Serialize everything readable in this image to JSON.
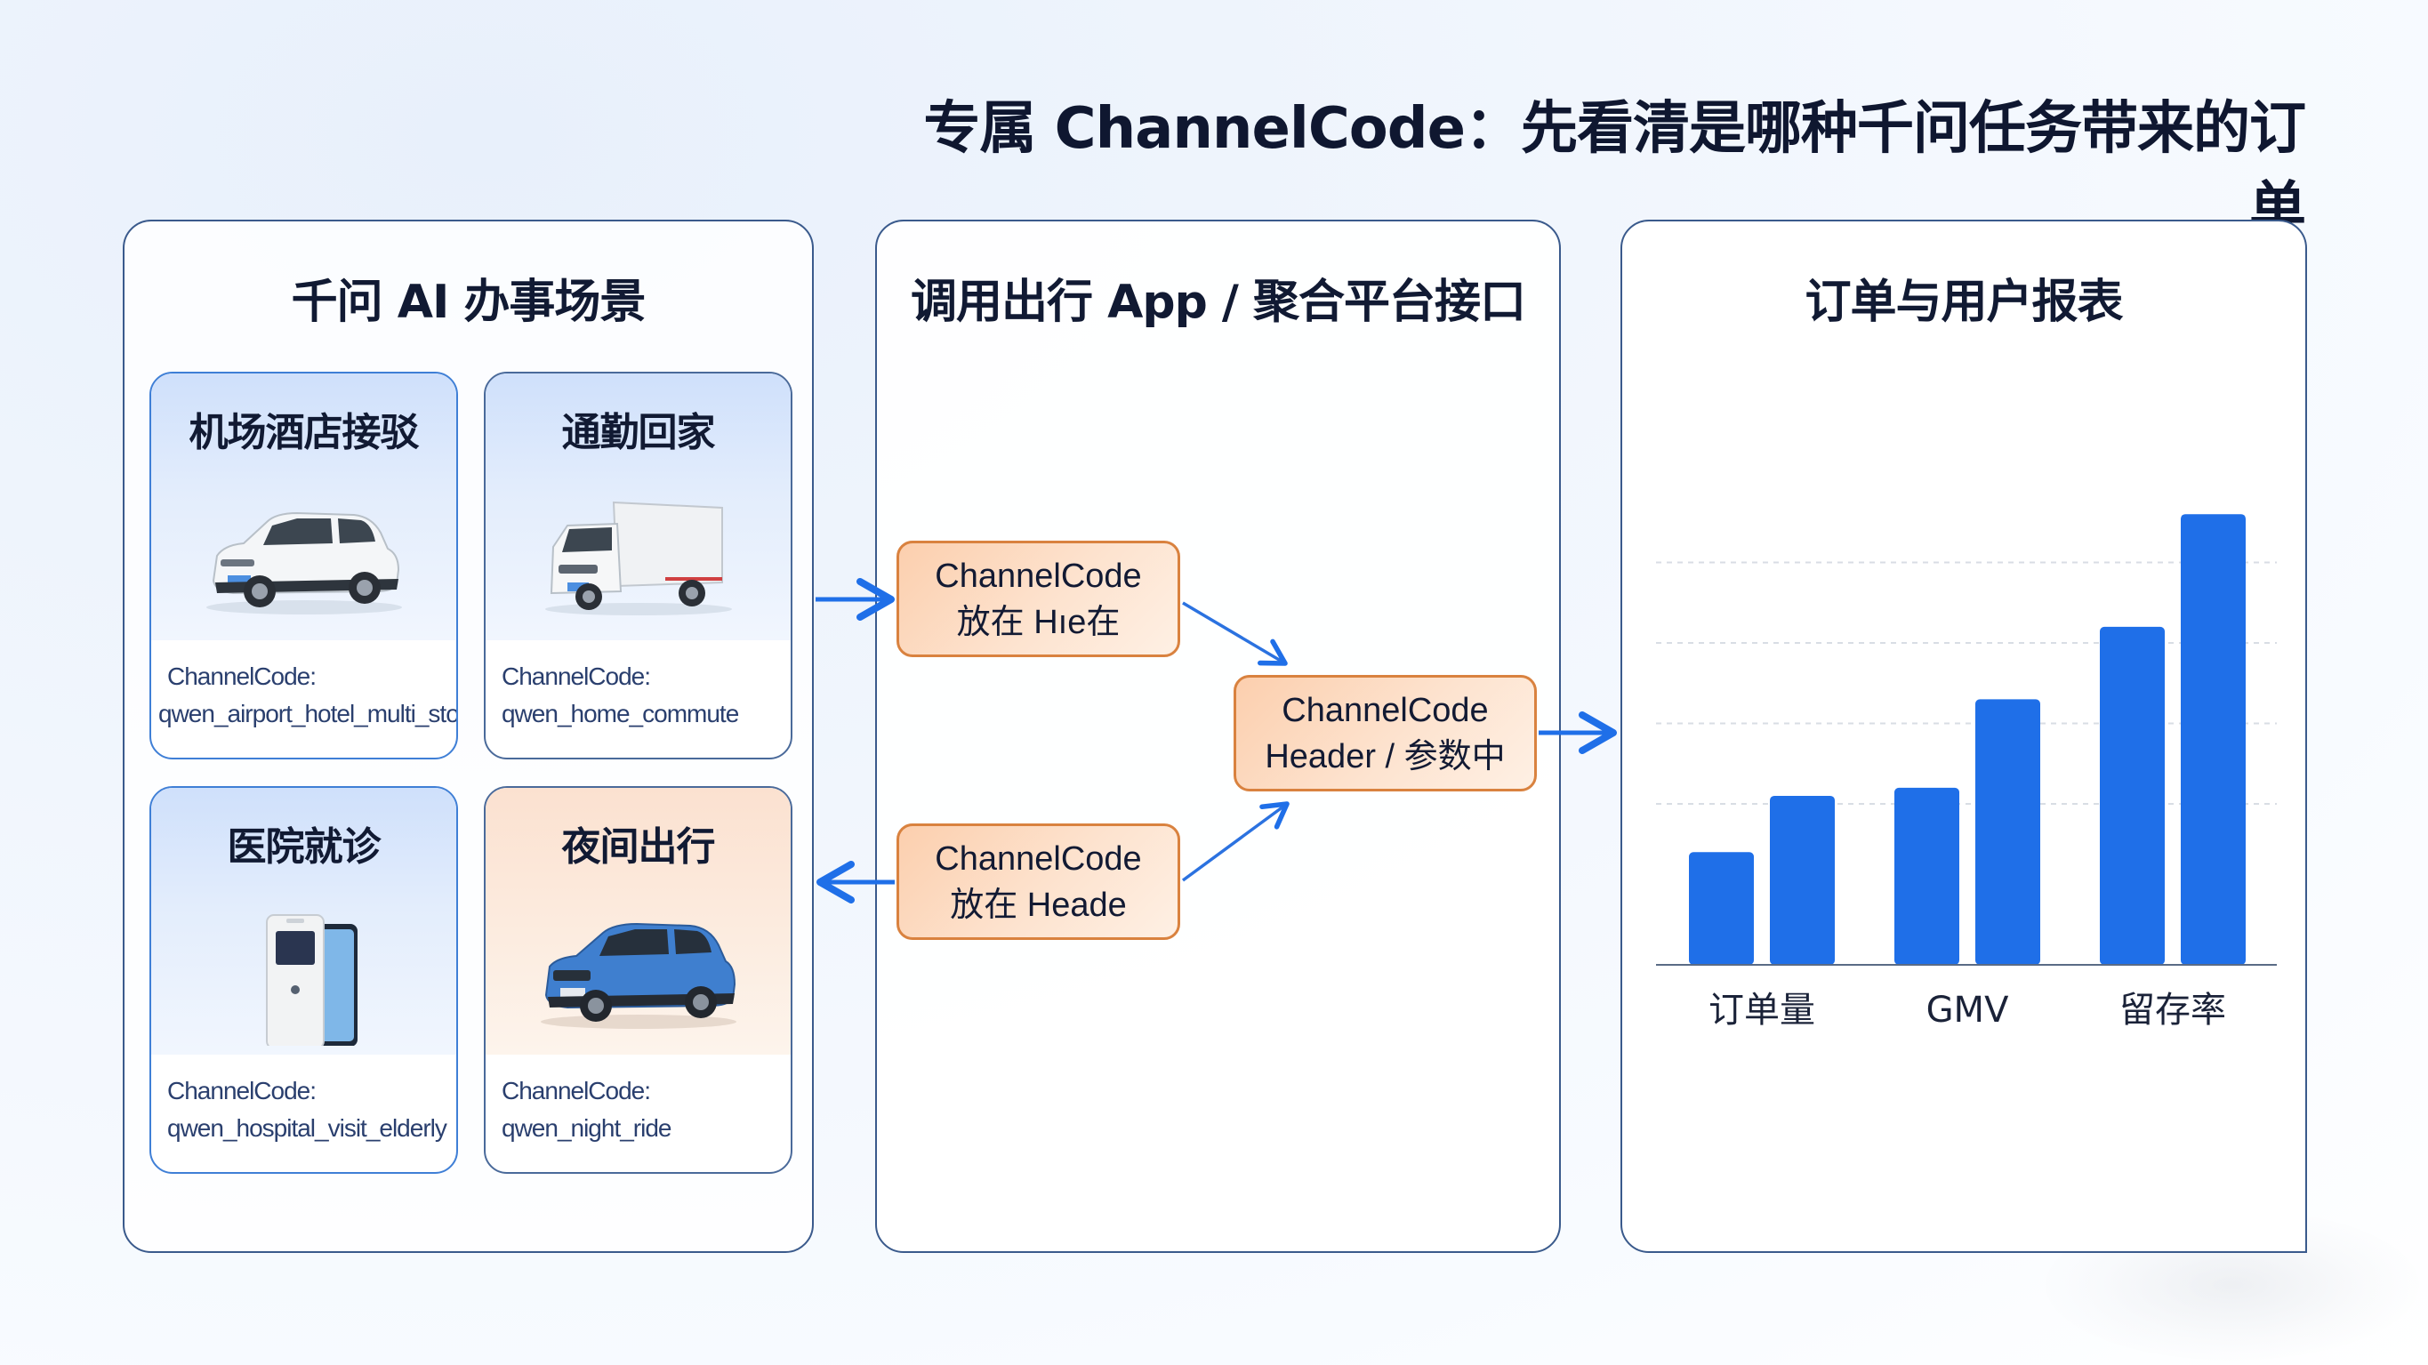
{
  "title": "专属 ChannelCode：先看清是哪种千问任务带来的订单",
  "colors": {
    "accent_blue": "#1f6fe8",
    "box_orange_border": "#d9823f",
    "panel_border": "#3a5a8c",
    "text_dark": "#111a33"
  },
  "panels": {
    "scenarios": {
      "title": "千问 AI 办事场景",
      "cards": [
        {
          "title": "机场酒店接驳",
          "image": "white-suv-illustration",
          "code_label": "ChannelCode:",
          "code_value": "qwen_airport_hotel_multi_stop",
          "theme": "blue"
        },
        {
          "title": "通勤回家",
          "image": "white-van-truck-illustration",
          "code_label": "ChannelCode:",
          "code_value": "qwen_home_commute",
          "theme": "blue"
        },
        {
          "title": "医院就诊",
          "image": "medical-device-and-phone-illustration",
          "code_label": "ChannelCode:",
          "code_value": "qwen_hospital_visit_elderly",
          "theme": "blue"
        },
        {
          "title": "夜间出行",
          "image": "blue-suv-illustration",
          "code_label": "ChannelCode:",
          "code_value": "qwen_night_ride",
          "theme": "orange"
        }
      ]
    },
    "api": {
      "title": "调用出行 App / 聚合平台接口",
      "boxes": [
        {
          "line1": "ChannelCode",
          "line2": "放在 Hıe在"
        },
        {
          "line1": "ChannelCode",
          "line2": "放在 Heade"
        },
        {
          "line1": "ChannelCode",
          "line2": "Header / 参数中"
        }
      ]
    },
    "report": {
      "title": "订单与用户报表"
    }
  },
  "chart_data": {
    "type": "bar",
    "title": "订单与用户报表",
    "categories": [
      "订单量",
      "GMV",
      "留存率"
    ],
    "series": [
      {
        "name": "series-1",
        "values": [
          1.4,
          2.2,
          4.2
        ]
      },
      {
        "name": "series-2",
        "values": [
          2.1,
          3.3,
          5.6
        ]
      }
    ],
    "xlabel": "",
    "ylabel": "",
    "ylim": [
      0,
      6
    ],
    "gridlines": [
      2,
      3,
      4,
      5
    ],
    "grid": true,
    "legend": "none",
    "bar_color": "#1f6fe8"
  }
}
